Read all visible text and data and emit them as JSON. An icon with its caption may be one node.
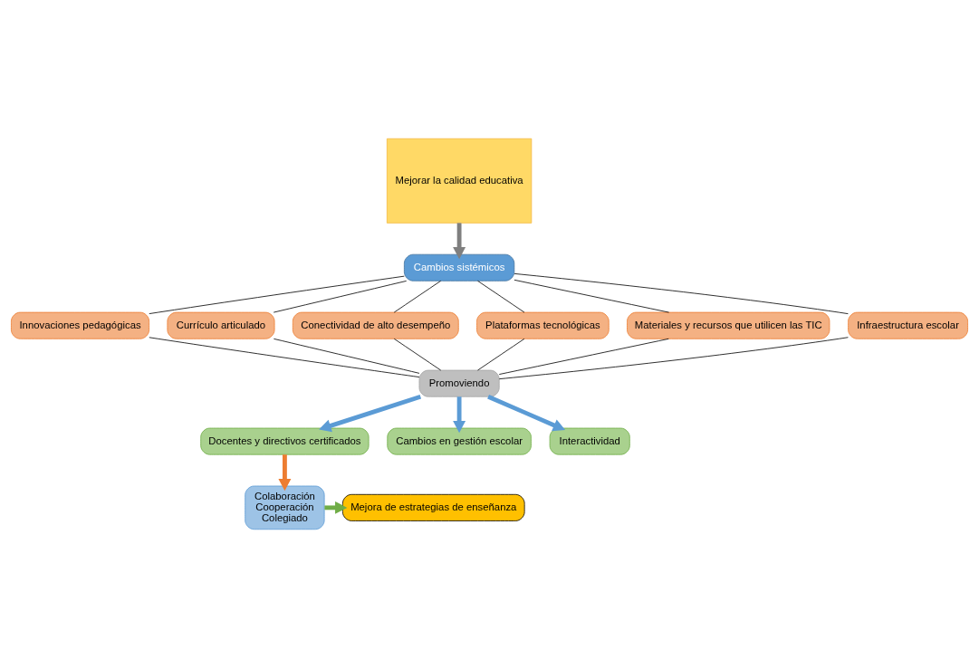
{
  "diagram": {
    "nodes": [
      {
        "text": [
          "Mejorar la calidad educativa"
        ]
      },
      {
        "text": [
          "Cambios sistémicos"
        ]
      },
      {
        "text": [
          "Innovaciones pedagógicas"
        ]
      },
      {
        "text": [
          "Currículo articulado"
        ]
      },
      {
        "text": [
          "Conectividad de alto desempeño"
        ]
      },
      {
        "text": [
          "Plataformas tecnológicas"
        ]
      },
      {
        "text": [
          "Materiales y recursos que utilicen las TIC"
        ]
      },
      {
        "text": [
          "Infraestructura escolar"
        ]
      },
      {
        "text": [
          "Promoviendo"
        ]
      },
      {
        "text": [
          "Docentes y directivos certificados"
        ]
      },
      {
        "text": [
          "Cambios en gestión escolar"
        ]
      },
      {
        "text": [
          "Interactividad"
        ]
      },
      {
        "text": [
          "Colaboración",
          "Cooperación",
          "Colegiado"
        ]
      },
      {
        "text": [
          "Mejora de estrategias de enseñanza"
        ]
      }
    ],
    "edges": [
      {
        "from": 0,
        "to": 1,
        "arrow": "to",
        "style": "thick",
        "color": "#7f7f7f"
      },
      {
        "from": 1,
        "to": 2,
        "arrow": "none"
      },
      {
        "from": 1,
        "to": 3,
        "arrow": "none"
      },
      {
        "from": 1,
        "to": 4,
        "arrow": "none"
      },
      {
        "from": 1,
        "to": 5,
        "arrow": "none"
      },
      {
        "from": 1,
        "to": 6,
        "arrow": "none"
      },
      {
        "from": 1,
        "to": 7,
        "arrow": "none"
      },
      {
        "from": 2,
        "to": 8,
        "arrow": "none"
      },
      {
        "from": 3,
        "to": 8,
        "arrow": "none"
      },
      {
        "from": 4,
        "to": 8,
        "arrow": "none"
      },
      {
        "from": 5,
        "to": 8,
        "arrow": "none"
      },
      {
        "from": 6,
        "to": 8,
        "arrow": "none"
      },
      {
        "from": 7,
        "to": 8,
        "arrow": "none"
      },
      {
        "from": 8,
        "to": 9,
        "arrow": "to",
        "style": "thick",
        "color": "#5b9bd5"
      },
      {
        "from": 8,
        "to": 10,
        "arrow": "to",
        "style": "thick",
        "color": "#5b9bd5"
      },
      {
        "from": 8,
        "to": 11,
        "arrow": "to",
        "style": "thick",
        "color": "#5b9bd5"
      },
      {
        "from": 9,
        "to": 12,
        "arrow": "to",
        "style": "thick",
        "color": "#ed7d31"
      },
      {
        "from": 12,
        "to": 13,
        "arrow": "to",
        "style": "thick",
        "color": "#70ad47"
      }
    ]
  }
}
